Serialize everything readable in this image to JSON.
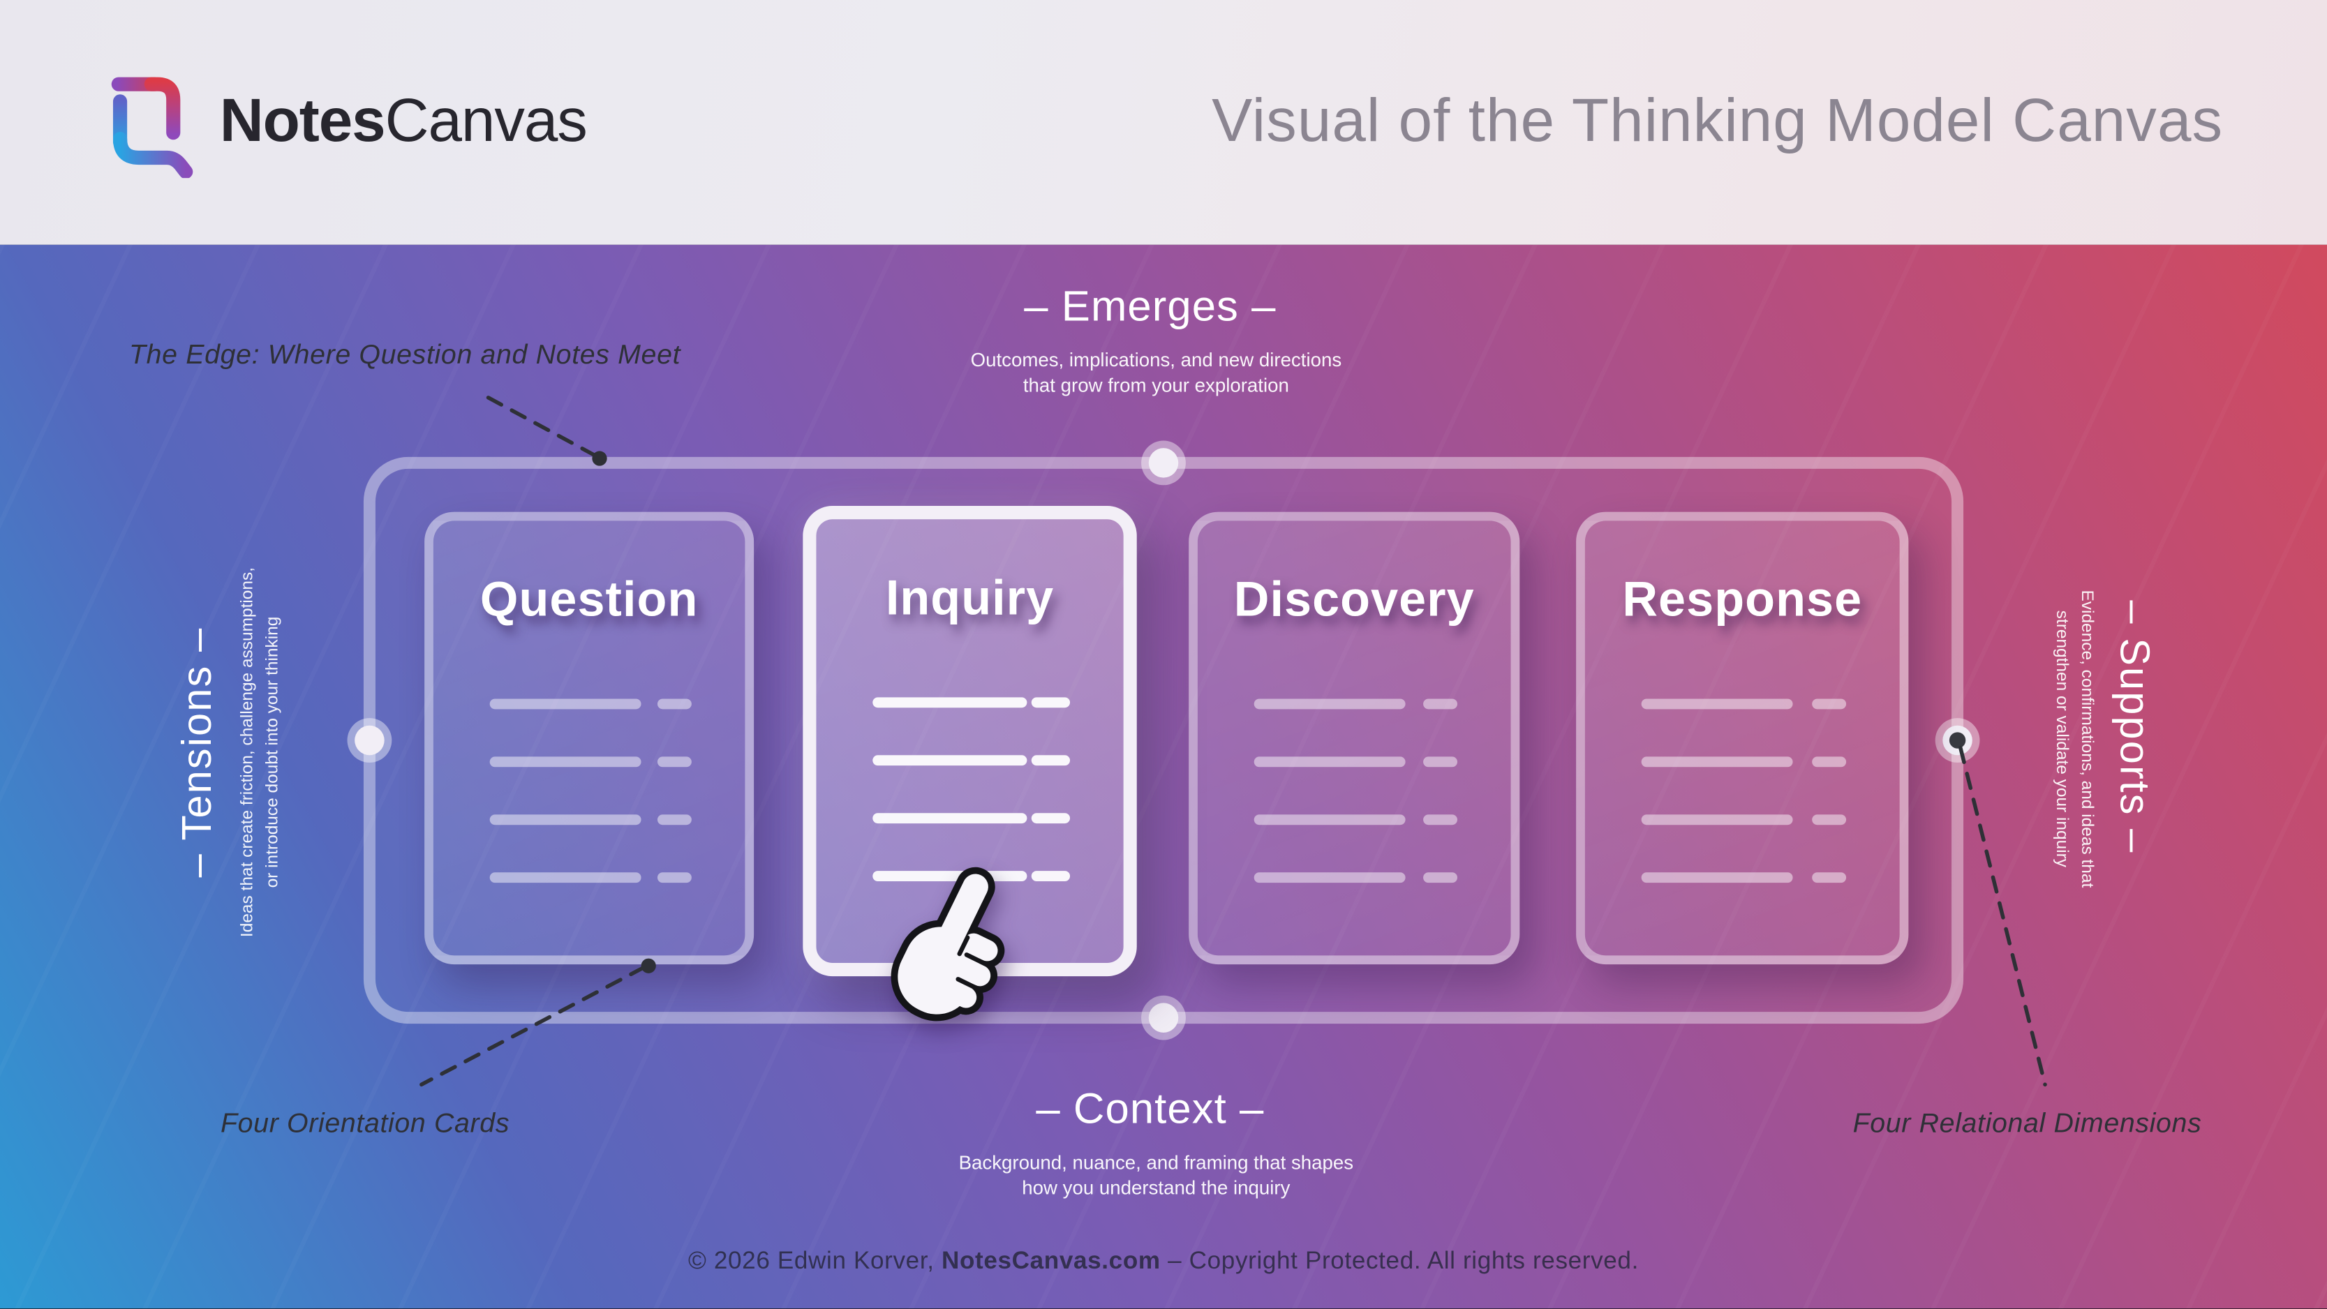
{
  "header": {
    "brand_bold": "Notes",
    "brand_light": "Canvas",
    "title": "Visual of the Thinking Model Canvas"
  },
  "edges": {
    "top": {
      "title": "– Emerges –",
      "line1": "Outcomes, implications, and new directions",
      "line2": "that grow from your exploration"
    },
    "bottom": {
      "title": "– Context –",
      "line1": "Background, nuance, and framing that shapes",
      "line2": "how you understand the inquiry"
    },
    "left": {
      "title": "– Tensions –",
      "line1": "Ideas that create friction, challenge assumptions,",
      "line2": "or introduce doubt into your thinking"
    },
    "right": {
      "title": "– Supports –",
      "line1": "Evidence, confirmations, and ideas that",
      "line2": "strengthen or validate your inquiry"
    }
  },
  "canvas": {
    "cards": [
      {
        "title": "Question",
        "highlighted": false
      },
      {
        "title": "Inquiry",
        "highlighted": true
      },
      {
        "title": "Discovery",
        "highlighted": false
      },
      {
        "title": "Response",
        "highlighted": false
      }
    ]
  },
  "annotations": {
    "edge": "The Edge: Where Question and Notes Meet",
    "orientation_cards": "Four Orientation Cards",
    "relational_dimensions": "Four Relational Dimensions"
  },
  "footer": {
    "prefix": "© 2026 Edwin Korver, ",
    "brand": "NotesCanvas.com",
    "suffix": " – Copyright Protected. All rights reserved."
  },
  "colors": {
    "gradient_blue": "#2d9ad4",
    "gradient_purple": "#8a58ae",
    "gradient_red": "#d14a5e",
    "header_bg": "#eae8ee",
    "annotation_ink": "#2e3037",
    "logo_red": "#d8404e",
    "logo_blue": "#2aa3e0",
    "logo_purple": "#8a4cba"
  }
}
